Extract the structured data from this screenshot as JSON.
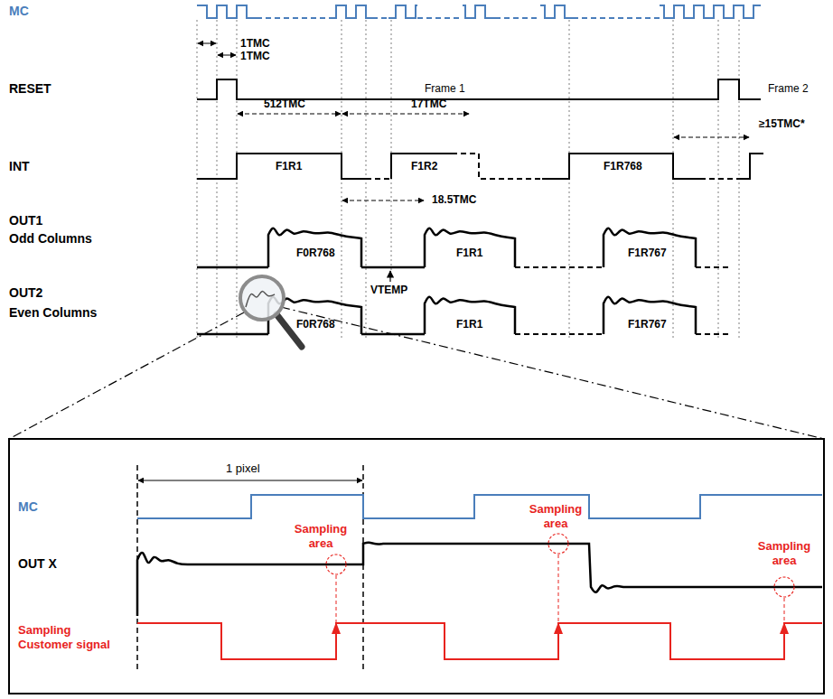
{
  "diagram": {
    "labels": [
      "MC",
      "1TMC",
      "1TMC",
      "RESET",
      "Frame 1",
      "Frame 2",
      "512TMC",
      "17TMC",
      "≥15TMC*",
      "INT",
      "F1R1",
      "F1R2",
      "F1R768",
      "18.5TMC",
      "OUT1",
      "Odd Columns",
      "F0R768",
      "F1R1",
      "F1R767",
      "VTEMP",
      "OUT2",
      "Even Columns",
      "F0R768",
      "F1R1",
      "F1R767",
      "1 pixel",
      "MC",
      "Sampling area",
      "Sampling area",
      "Sampling area",
      "OUT X",
      "Sampling Customer signal"
    ]
  }
}
